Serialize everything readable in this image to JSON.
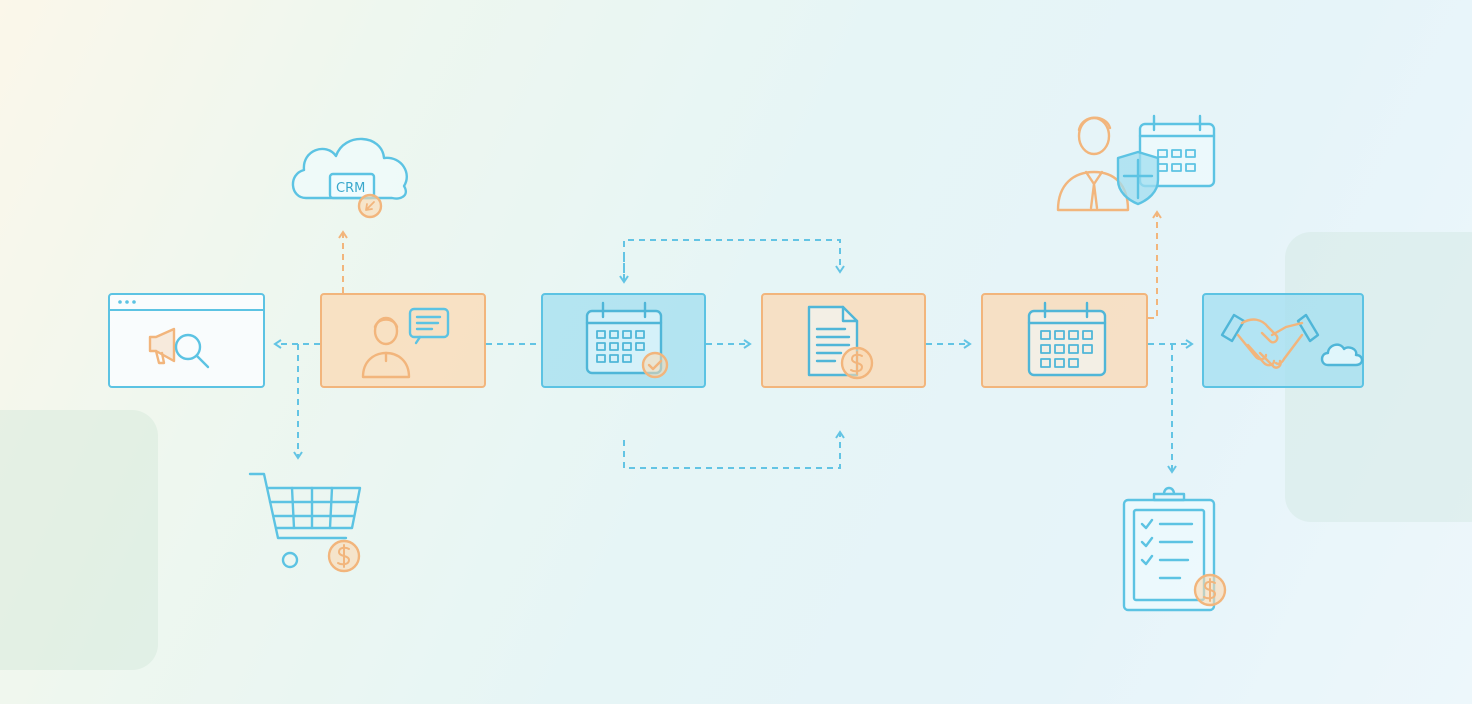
{
  "colors": {
    "blue_stroke": "#5cc3e3",
    "orange_stroke": "#f2b57c",
    "blue_fill": "#a0def0",
    "orange_fill": "#fcd8b1",
    "connector_blue": "#63c4e4",
    "connector_orange": "#f2b57c"
  },
  "nodes": [
    {
      "id": "marketing-research",
      "icon": "megaphone-magnifier-icon",
      "style": "white"
    },
    {
      "id": "customer-inquiry",
      "icon": "person-chat-icon",
      "style": "orange"
    },
    {
      "id": "booking-confirmed",
      "icon": "calendar-check-icon",
      "style": "blue"
    },
    {
      "id": "invoice",
      "icon": "invoice-dollar-icon",
      "style": "orange"
    },
    {
      "id": "schedule",
      "icon": "calendar-icon",
      "style": "orange"
    },
    {
      "id": "deal-closed",
      "icon": "handshake-cloud-icon",
      "style": "blue"
    }
  ],
  "satellites": [
    {
      "id": "crm-cloud",
      "icon": "crm-cloud-icon",
      "label": "CRM"
    },
    {
      "id": "shopping-cart",
      "icon": "shopping-cart-dollar-icon"
    },
    {
      "id": "agent-calendar",
      "icon": "agent-shield-calendar-icon"
    },
    {
      "id": "checklist",
      "icon": "clipboard-checklist-dollar-icon"
    }
  ]
}
